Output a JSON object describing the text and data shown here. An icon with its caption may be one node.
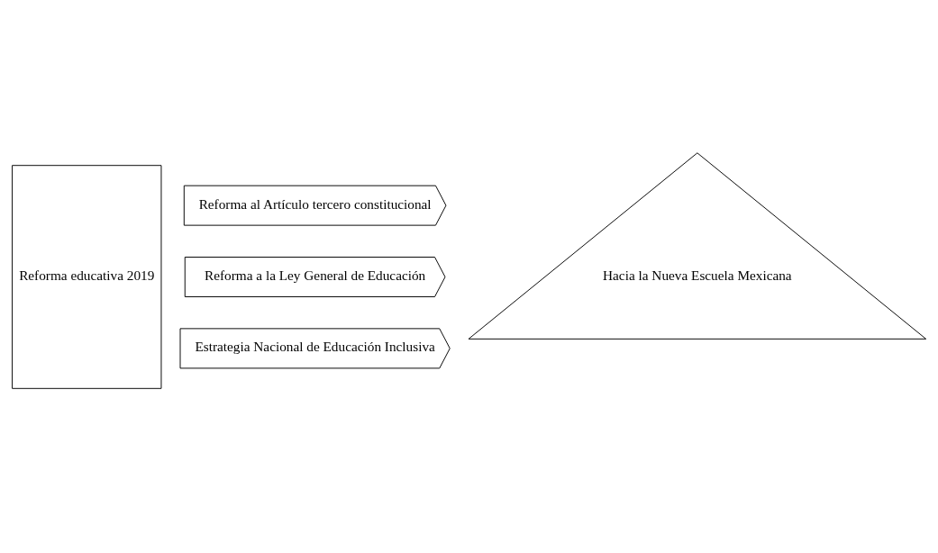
{
  "diagram": {
    "nodes": [
      {
        "text": [
          "Reforma educativa 2019"
        ]
      },
      {
        "text": [
          "Reforma al Artículo tercero constitucional"
        ]
      },
      {
        "text": [
          "Reforma a la Ley General de Educación"
        ]
      },
      {
        "text": [
          "Estrategia Nacional de Educación Inclusiva"
        ]
      },
      {
        "text": [
          "Hacia la Nueva Escuela Mexicana"
        ]
      }
    ]
  }
}
